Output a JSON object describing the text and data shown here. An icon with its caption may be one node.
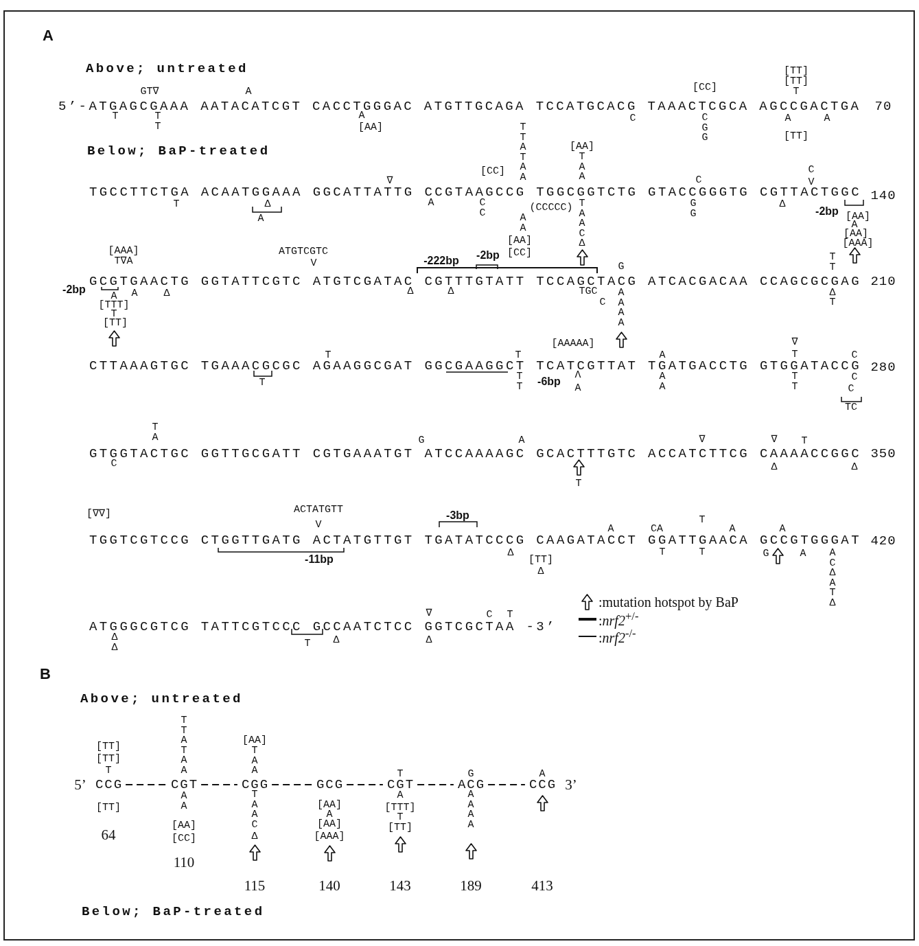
{
  "diagram": {
    "nodes": [
      {
        "text": [
          "CCG"
        ]
      },
      {
        "text": [
          "CGT"
        ]
      },
      {
        "text": [
          "CGG"
        ]
      },
      {
        "text": [
          "GCG"
        ]
      },
      {
        "text": [
          "CGT"
        ]
      },
      {
        "text": [
          "ACG"
        ]
      },
      {
        "text": [
          "CCG"
        ]
      }
    ],
    "edges": [
      {
        "from": 0,
        "to": 1,
        "arrow": "none",
        "style": "dashed"
      },
      {
        "from": 1,
        "to": 2,
        "arrow": "none",
        "style": "dashed"
      },
      {
        "from": 2,
        "to": 3,
        "arrow": "none",
        "style": "dashed"
      },
      {
        "from": 3,
        "to": 4,
        "arrow": "none",
        "style": "dashed"
      },
      {
        "from": 4,
        "to": 5,
        "arrow": "none",
        "style": "dashed"
      },
      {
        "from": 5,
        "to": 6,
        "arrow": "none",
        "style": "dashed"
      }
    ],
    "labels": [
      "A",
      "Above; untreated",
      "GT∇",
      "A",
      "[CC]",
      "[TT]",
      "[TT]",
      "T",
      "5’-ATGAGCGAAA AATACATCGT CACCTGGGAC ATGTTGCAGA TCCATGCACG TAAACTCGCA AGCCGACTGA",
      "70",
      "T",
      "TT",
      "A",
      "[AA]",
      "C",
      "CGG",
      "A",
      "A",
      "[TT]",
      "Below; BaP-treated",
      "TTATAA",
      "[AA]",
      "TAA",
      "[CC]",
      "∇",
      "C",
      "C",
      "V",
      "TGCCTTCTGA ACAATGGAAA GGCATTATTG CCGTAAGCCG TGGCGGTCTG GTACCGGGTG CGTTACTGGC",
      "140",
      "T",
      "Δ",
      "A",
      "A",
      "CC",
      "(CCCCC)",
      "TAAC",
      "GG",
      "Δ",
      "-2bp",
      "[AA]",
      "AA",
      "A",
      "[AA]",
      "[AA]",
      "Δ",
      "[AAA]",
      "[AAA]",
      "ATGTCGTC",
      "[CC]",
      "-222bp",
      "-2bp",
      "TT",
      "T∇A",
      "V",
      "G",
      "GCGTGAACTG GGTATTCGTC ATGTCGATAC CGTTTGTATT TCCAGCTACG ATCACGACAA CCAGCGCGAG",
      "210",
      "-2bp",
      "A",
      "A",
      "Δ",
      "Δ",
      "Δ",
      "TGC",
      "AAAA",
      "Δ",
      "[TTT]",
      "C",
      "T",
      "T",
      "[TT]",
      "[AAAAA]",
      "∇",
      "T",
      "T",
      "A",
      "T",
      "C",
      "CTTAAAGTGC TGAAACGCGC AGAAGGCGAT GGCGAAGGCT TCATCGTTAT TGATGACCTG GTGGATACCG",
      "280",
      "Λ",
      "T",
      "TT",
      "-6bp",
      "AA",
      "TT",
      "C",
      "A",
      "C",
      "TC",
      "T",
      "A",
      "G",
      "A",
      "∇",
      "∇",
      "T",
      "GTGGTACTGC GGTTGCGATT CGTGAAATGT ATCCAAAAGC GCACTTTGTC ACCATCTTCG CAAAACCGGC",
      "350",
      "C",
      "Δ",
      "Δ",
      "T",
      "ACTATGTT",
      "[∇∇]",
      "-3bp",
      "T",
      "V",
      "A",
      "CA",
      "A",
      "A",
      "TGGTCGTCCG CTGGTTGATG ACTATGTTGT TGATATCCCG CAAGATACCT GGATTGAACA GCCGTGGGAT",
      "420",
      "T",
      "T",
      "G",
      "A",
      "ACΔATΔ",
      "Δ",
      "-11bp",
      "[TT]",
      "Δ",
      "∇",
      "C",
      "T",
      "ATGGGCGTCG TATTCGTCCC GCCAATCTCC GGTCGCTAA -3’",
      "Δ",
      "T",
      "Δ",
      "Δ",
      "Δ",
      "B",
      "Above; untreated",
      "TTATAA",
      "[AA]",
      "[TT]",
      "TAA",
      "[TT]",
      "T",
      "T",
      "G",
      "A",
      "5’",
      "3’",
      "AA",
      "TAAC",
      "A",
      "AAAA",
      "[TT]",
      "[AA]",
      "[TTT]",
      "A",
      "T",
      "[AA]",
      "[AA]",
      "[TT]",
      "64",
      "[CC]",
      "Δ",
      "[AAA]",
      "110",
      "115",
      "140",
      "143",
      "189",
      "413",
      "Below; BaP-treated"
    ],
    "legend": [
      {
        "text": ":mutation hotspot by BaP"
      },
      {
        "text": ":*nrf2*$^{+/-}$"
      },
      {
        "text": ":*nrf2*$^{-/-}$"
      }
    ]
  }
}
